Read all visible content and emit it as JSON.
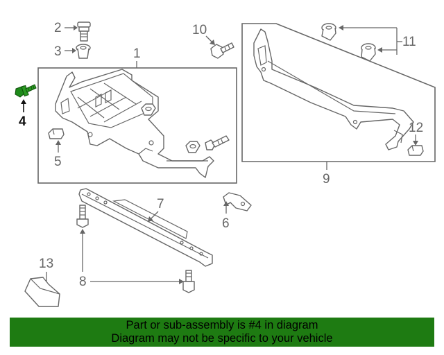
{
  "callouts": {
    "n1": "1",
    "n2": "2",
    "n3": "3",
    "n4": "4",
    "n5": "5",
    "n6": "6",
    "n7": "7",
    "n8": "8",
    "n9": "9",
    "n10": "10",
    "n11": "11",
    "n12": "12",
    "n13": "13"
  },
  "highlighted_part": "4",
  "colors": {
    "banner_bg": "#1e7b12",
    "highlight_part": "#1e8a1a",
    "line": "#666666"
  },
  "banner": {
    "line1": "Part or sub-assembly is #4 in diagram",
    "line2": "Diagram may not be specific to your vehicle"
  }
}
